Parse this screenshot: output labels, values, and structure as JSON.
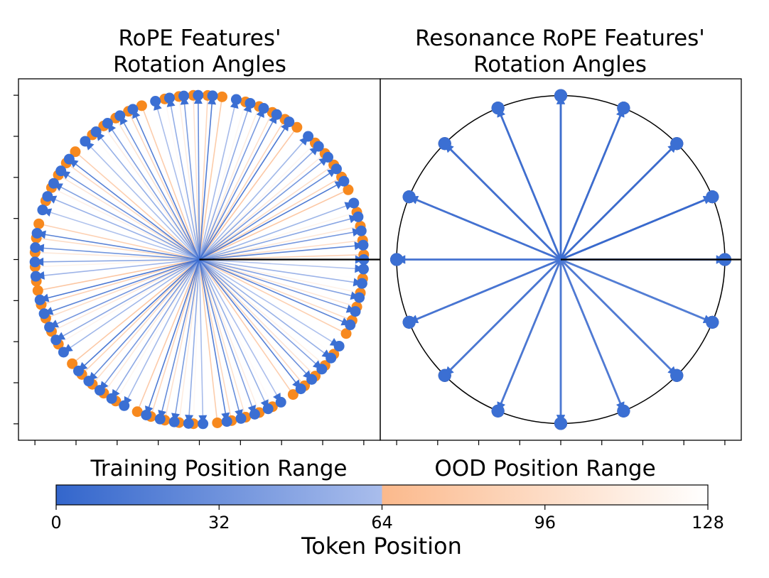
{
  "chart_data": [
    {
      "type": "scatter",
      "panel": "left",
      "title_lines": [
        "RoPE Features'",
        "Rotation Angles"
      ],
      "description_of_marks": "unit-circle rotation angles of token positions",
      "positions": {
        "start": 0,
        "end": 127
      },
      "rotation_step_radians": 3.39,
      "training_range": [
        0,
        63
      ],
      "ood_range": [
        64,
        127
      ],
      "xlim": [
        -1.1,
        1.1
      ],
      "ylim": [
        -1.1,
        1.1
      ],
      "ticks_labeled": false
    },
    {
      "type": "scatter",
      "panel": "right",
      "title_lines": [
        "Resonance RoPE Features'",
        "Rotation Angles"
      ],
      "period": 16,
      "positions": {
        "start": 0,
        "end": 127
      },
      "training_range": [
        0,
        63
      ],
      "ood_range": [
        64,
        127
      ],
      "xlim": [
        -1.1,
        1.1
      ],
      "ylim": [
        -1.1,
        1.1
      ],
      "ticks_labeled": false
    }
  ],
  "colorbar": {
    "range_labels": [
      "Training Position Range",
      "OOD Position Range"
    ],
    "ticks": [
      "0",
      "32",
      "64",
      "96",
      "128"
    ],
    "min": 0,
    "max": 128,
    "split": 64,
    "xlabel": "Token Position",
    "colors": {
      "training_start": "#3366cc",
      "training_end": "#a9bdec",
      "ood_start": "#fbb98c",
      "ood_end": "#ffffff",
      "marker_blue": "#3b6fd3",
      "marker_orange": "#f7891e"
    }
  }
}
